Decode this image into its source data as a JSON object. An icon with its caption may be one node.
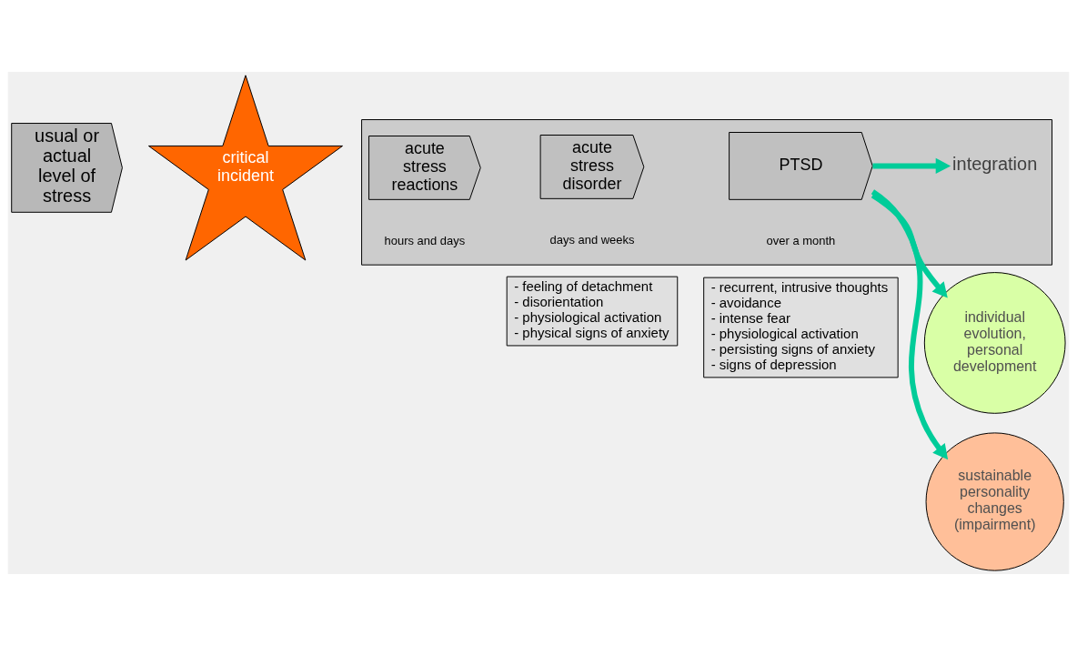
{
  "diagram": {
    "nodes": [
      {
        "text": [
          "usual or actual level of stress"
        ]
      },
      {
        "text": [
          "critical incident"
        ]
      },
      {
        "text": [],
        "shape": "box"
      },
      {
        "text": [
          "acute stress reactions"
        ],
        "in": 2,
        "beside": [
          "hours and days"
        ]
      },
      {
        "text": [
          "acute stress disorder"
        ],
        "in": 2,
        "beside": [
          "days and weeks"
        ]
      },
      {
        "text": [
          "PTSD"
        ],
        "in": 2,
        "beside": [
          "over a month"
        ]
      },
      {
        "text": [
          "integration"
        ],
        "in": 2
      },
      {
        "text": [
          "individual evolution, personal development"
        ]
      },
      {
        "text": [
          "sustainable personality changes (impairment)"
        ]
      },
      {
        "text": [
          "- feeling of detachment",
          "- disorientation",
          "- physiological activation",
          "- physical signs of anxiety"
        ]
      },
      {
        "text": [
          "- recurrent, intrusive thoughts",
          "- avoidance",
          "- intense fear",
          "- physiological activation",
          "- persisting signs of anxiety",
          "- signs of depression"
        ]
      }
    ],
    "edges": [
      {
        "from": 5,
        "to": 6,
        "arrow": "to"
      },
      {
        "from": 5,
        "to": 7,
        "arrow": "to"
      },
      {
        "from": 5,
        "to": 8,
        "arrow": "to"
      }
    ]
  }
}
